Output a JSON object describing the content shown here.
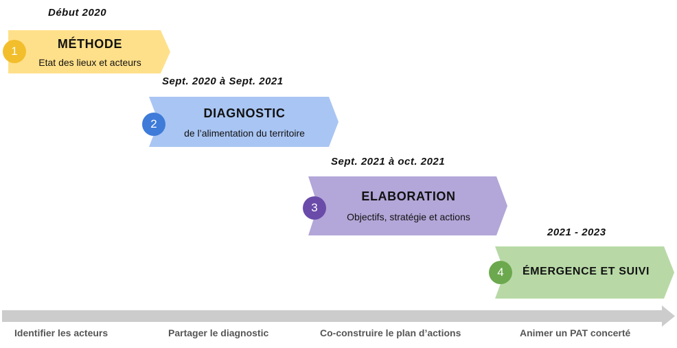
{
  "steps": [
    {
      "number": "1",
      "date": "Début 2020",
      "title": "MÉTHODE",
      "subtitle": "Etat des lieux et acteurs",
      "fill": "#FFE08A",
      "badge": "#F2BE2C"
    },
    {
      "number": "2",
      "date": "Sept. 2020 à Sept. 2021",
      "title": "DIAGNOSTIC",
      "subtitle": "de l’alimentation du territoire",
      "fill": "#A9C5F3",
      "badge": "#3F7BD8"
    },
    {
      "number": "3",
      "date": "Sept. 2021 à oct. 2021",
      "title": "ELABORATION",
      "subtitle": "Objectifs, stratégie et actions",
      "fill": "#B3A6D8",
      "badge": "#6A4BA9"
    },
    {
      "number": "4",
      "date": "2021 - 2023",
      "title": "ÉMERGENCE ET SUIVI",
      "subtitle": "",
      "fill": "#B8D9A6",
      "badge": "#6CA84E"
    }
  ],
  "timeline": {
    "arrow_color": "#CCCCCC",
    "labels": [
      "Identifier les acteurs",
      "Partager le diagnostic",
      "Co-construire le plan d’actions",
      "Animer un PAT concerté"
    ]
  }
}
